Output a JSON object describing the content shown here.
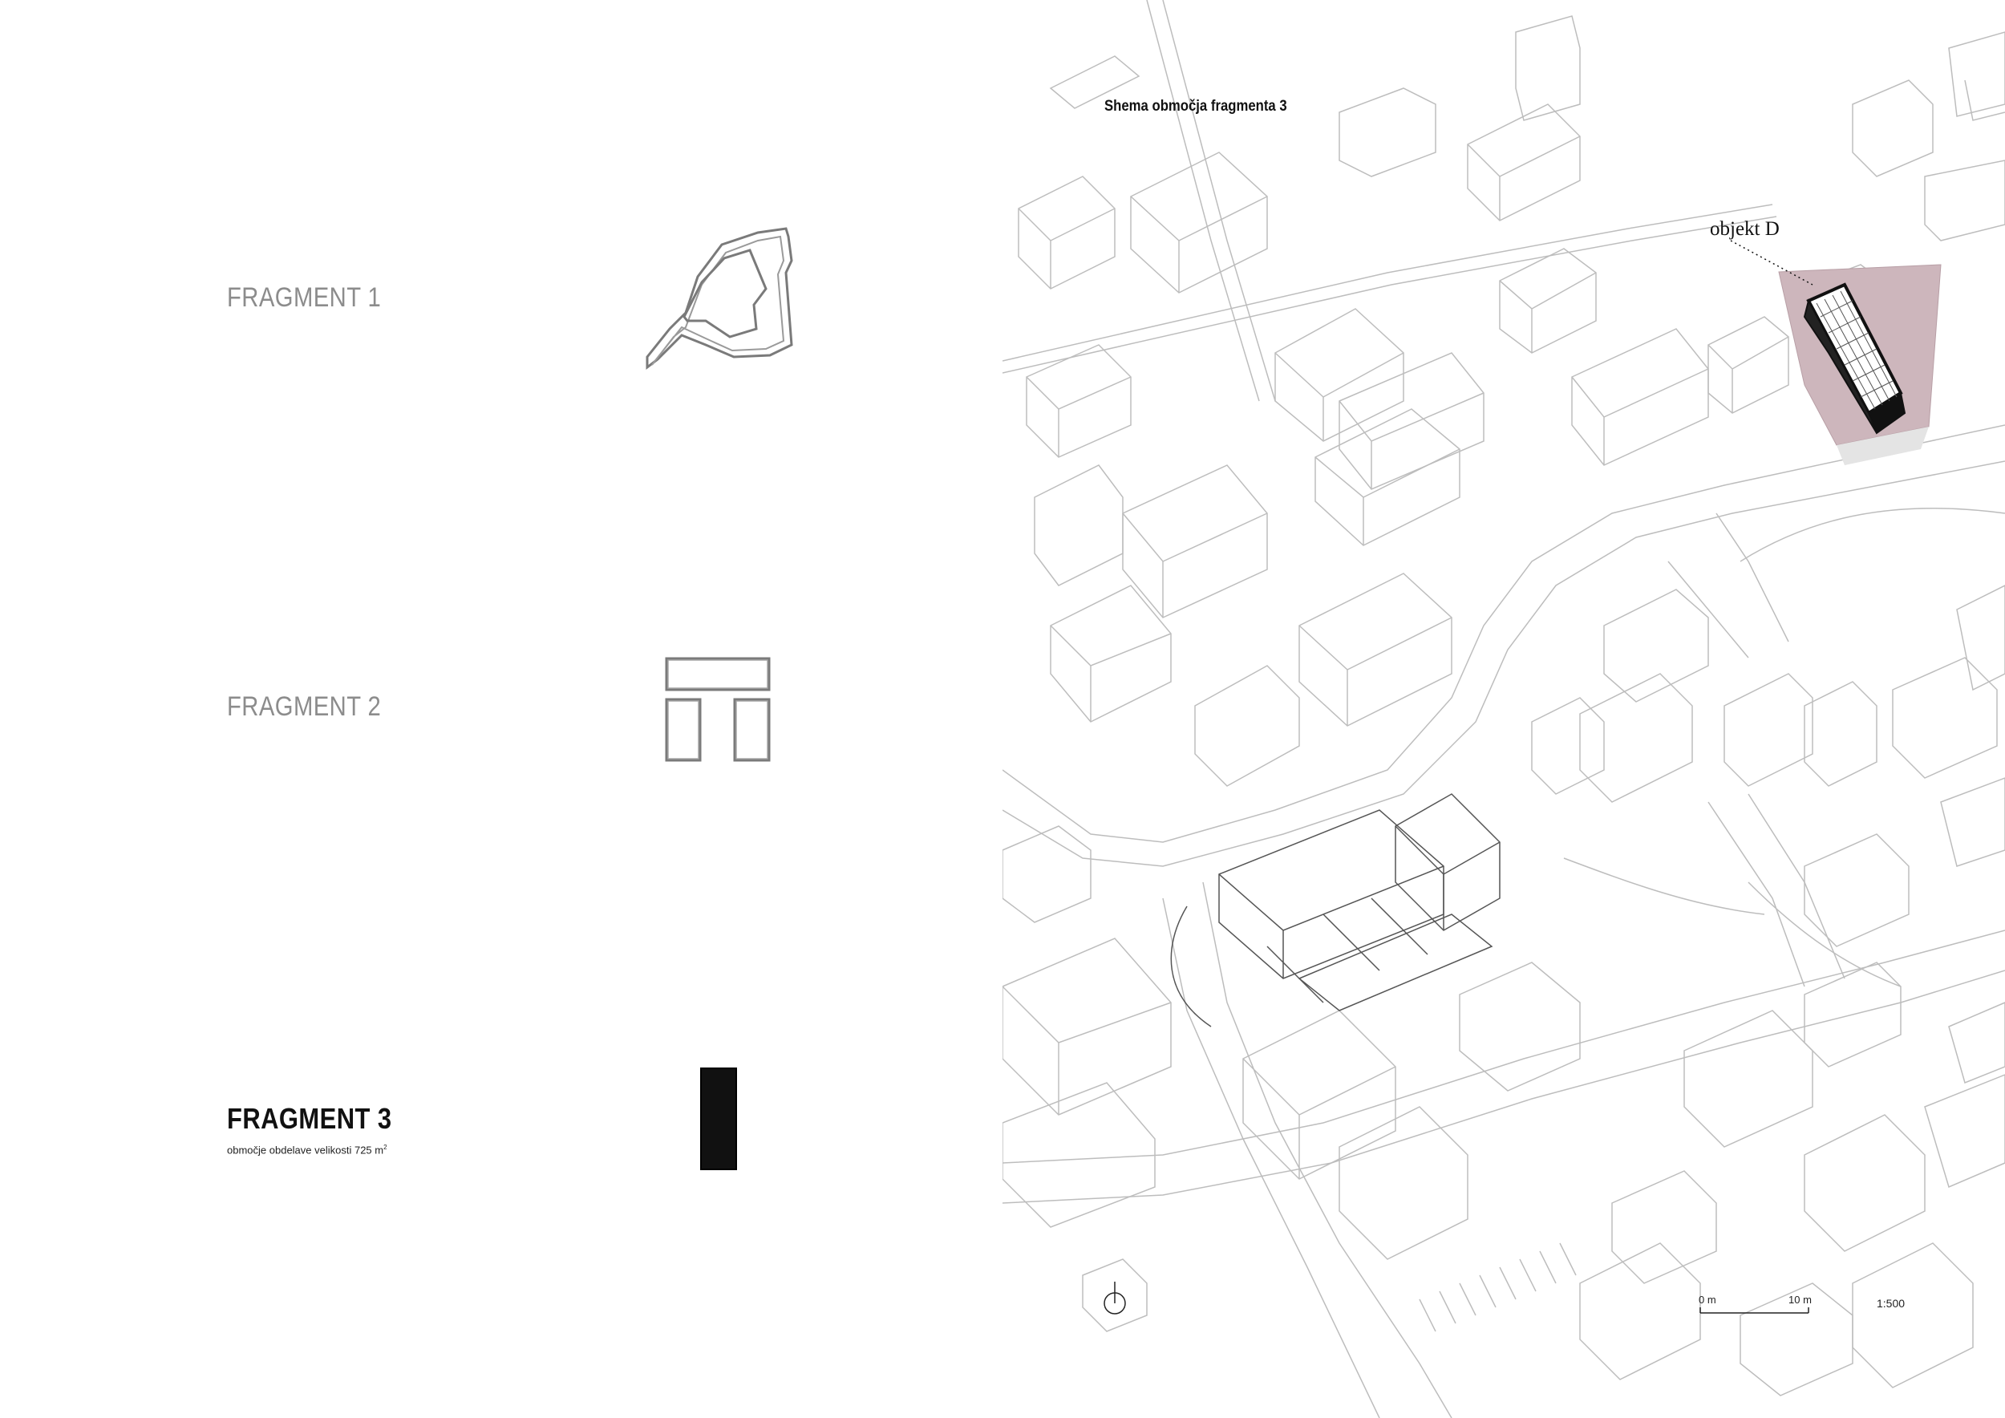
{
  "fragments": [
    {
      "label": "FRAGMENT 1",
      "active": false
    },
    {
      "label": "FRAGMENT 2",
      "active": false
    },
    {
      "label": "FRAGMENT 3",
      "active": true,
      "caption": "območje obdelave velikosti 725 m",
      "caption_unit_sup": "2"
    }
  ],
  "map": {
    "title": "Shema območja fragmenta 3",
    "object_label": "objekt D",
    "scale_ratio": "1:500",
    "scale_bar": {
      "start_label": "0 m",
      "end_label": "10 m"
    },
    "highlight_color": "#cdb6bc",
    "line_color": "#bdbdbd",
    "focus_color": "#111111"
  }
}
